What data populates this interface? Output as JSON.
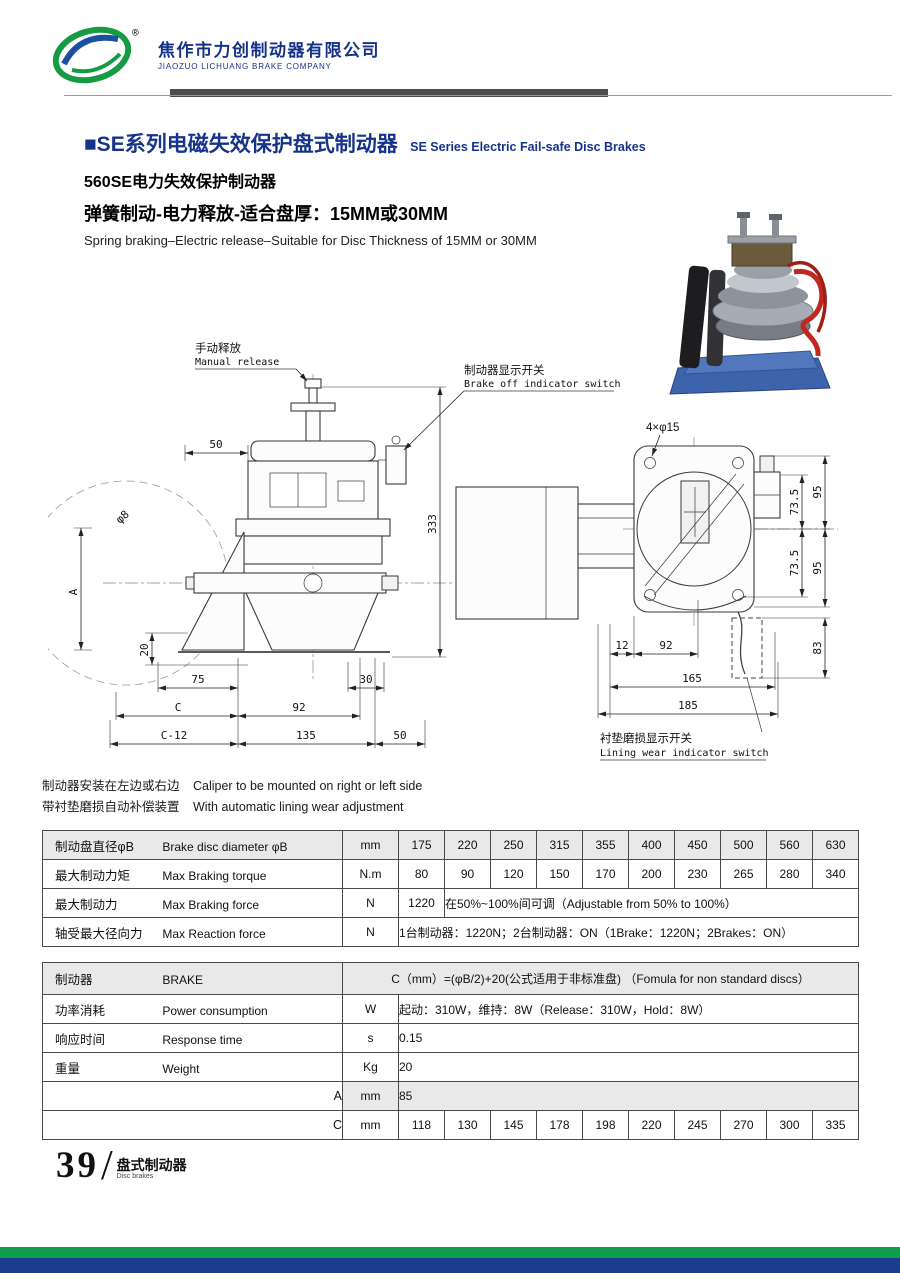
{
  "colors": {
    "brand_blue": "#15338b",
    "brand_green": "#119a4c",
    "footer_green": "#0f9d4e",
    "footer_blue": "#1b3c8f"
  },
  "header": {
    "company_cn": "焦作市力创制动器有限公司",
    "company_en": "JIAOZUO LICHUANG BRAKE COMPANY",
    "reg": "®"
  },
  "title": {
    "series_cn": "■SE系列电磁失效保护盘式制动器",
    "series_en": "SE Series Electric Fail-safe Disc Brakes",
    "model": "560SE电力失效保护制动器",
    "spec_cn": "弹簧制动-电力释放-适合盘厚：15MM或30MM",
    "spec_en": "Spring braking–Electric release–Suitable for Disc Thickness of 15MM or 30MM"
  },
  "drawing": {
    "callouts": {
      "manual_release_cn": "手动释放",
      "manual_release_en": "Manual release",
      "brake_switch_cn": "制动器显示开关",
      "brake_switch_en": "Brake off indicator switch",
      "lining_wear_cn": "衬垫磨损显示开关",
      "lining_wear_en": "Lining wear indicator switch",
      "holes": "4×φ15"
    },
    "left_dims": {
      "top_50": "50",
      "phi8": "φ8",
      "h333": "333",
      "a": "A",
      "v20": "20",
      "w75": "75",
      "w30": "30",
      "c": "C",
      "w92": "92",
      "c12": "C-12",
      "w135": "135",
      "bottom_50": "50"
    },
    "right_dims": {
      "t73_5": "73.5",
      "t95": "95",
      "b73_5": "73.5",
      "b95": "95",
      "h83": "83",
      "w12": "12",
      "w92": "92",
      "w165": "165",
      "w185": "185"
    }
  },
  "notes": {
    "line1_cn": "制动器安装在左边或右边",
    "line1_en": "Caliper to be mounted on right or left side",
    "line2_cn": "带衬垫磨损自动补偿装置",
    "line2_en": "With automatic lining wear adjustment"
  },
  "table1": {
    "rows": [
      {
        "cn": "制动盘直径φB",
        "en": "Brake disc diameter  φB",
        "unit": "mm",
        "values": [
          "175",
          "220",
          "250",
          "315",
          "355",
          "400",
          "450",
          "500",
          "560",
          "630"
        ]
      },
      {
        "cn": "最大制动力矩",
        "en": "Max Braking torque",
        "unit": "N.m",
        "values": [
          "80",
          "90",
          "120",
          "150",
          "170",
          "200",
          "230",
          "265",
          "280",
          "340"
        ]
      },
      {
        "cn": "最大制动力",
        "en": "Max Braking force",
        "unit": "N",
        "value1": "1220",
        "value2": "在50%~100%间可调（Adjustable from 50% to 100%）"
      },
      {
        "cn": "轴受最大径向力",
        "en": "Max  Reaction  force",
        "unit": "N",
        "value": "1台制动器：1220N；2台制动器：ON（1Brake：1220N；2Brakes：ON）"
      }
    ]
  },
  "table2": {
    "header": {
      "cn": "制动器",
      "en": "BRAKE",
      "formula": "C（mm）=(φB/2)+20(公式适用于非标准盘)  （Fomula for non standard discs）"
    },
    "rows": [
      {
        "cn": "功率消耗",
        "en": "Power consumption",
        "unit": "W",
        "value": "起动：310W，维持：8W（Release：310W，Hold：8W）"
      },
      {
        "cn": "响应时间",
        "en": "Response time",
        "unit": "s",
        "value": "0.15"
      },
      {
        "cn": "重量",
        "en": "Weight",
        "unit": "Kg",
        "value": "20"
      },
      {
        "label": "A",
        "unit": "mm",
        "value": "85"
      },
      {
        "label": "C",
        "unit": "mm",
        "values": [
          "118",
          "130",
          "145",
          "178",
          "198",
          "220",
          "245",
          "270",
          "300",
          "335"
        ]
      }
    ]
  },
  "footer": {
    "page_number": "39",
    "slash": "/",
    "label_cn": "盘式制动器",
    "label_en": "Disc brakes"
  }
}
